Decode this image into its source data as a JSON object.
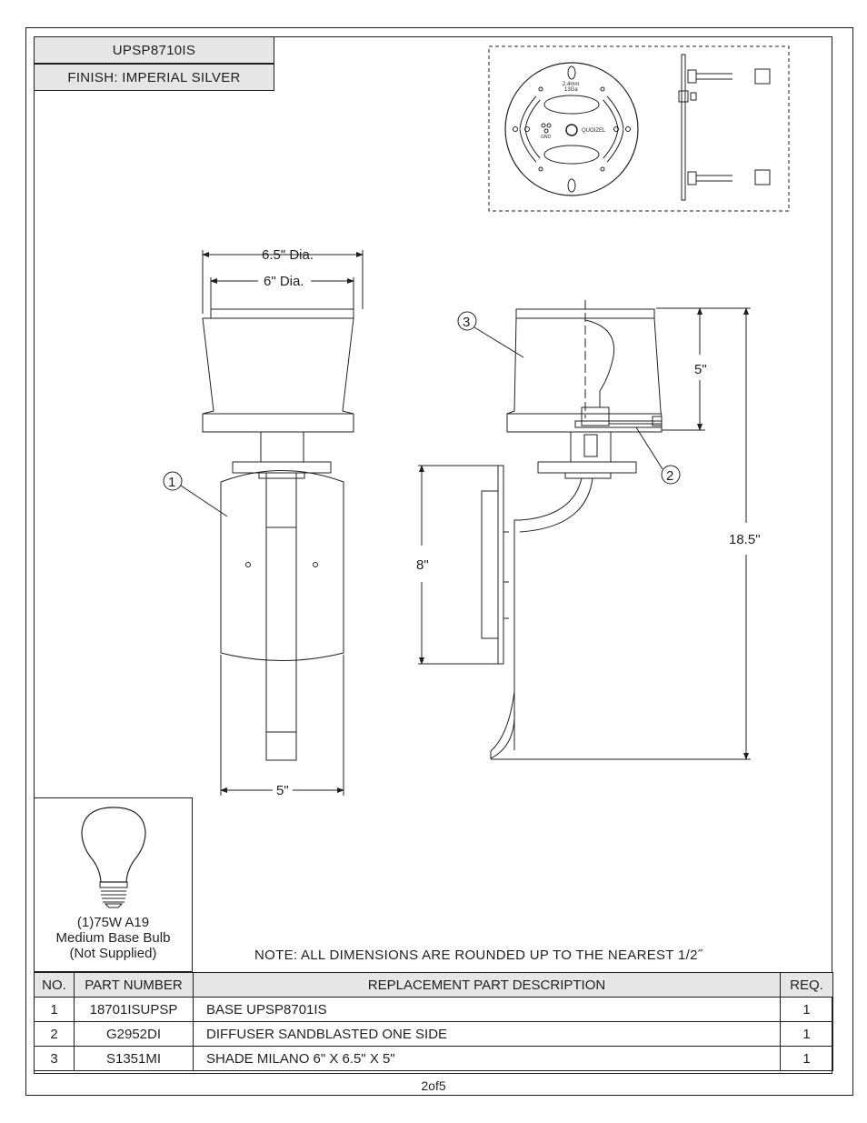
{
  "header": {
    "model": "UPSP8710IS",
    "finish": "FINISH: IMPERIAL SILVER"
  },
  "mounting_plate": {
    "text_gauge_1": "2.4mm",
    "text_gauge_2": "13Ga",
    "text_gnd": "GND",
    "text_brand": "QUOIZEL"
  },
  "dimensions": {
    "shade_outer": "6.5\" Dia.",
    "shade_inner": "6\" Dia.",
    "base_width": "5\"",
    "shade_height": "5\"",
    "backplate_height": "8\"",
    "total_height": "18.5\""
  },
  "callouts": [
    "1",
    "2",
    "3"
  ],
  "bulb": {
    "line1": "(1)75W A19",
    "line2": "Medium Base Bulb",
    "line3": "(Not Supplied)"
  },
  "note": "NOTE:  ALL DIMENSIONS ARE ROUNDED UP TO THE NEAREST  1/2˝",
  "parts_table": {
    "headers": [
      "NO.",
      "PART NUMBER",
      "REPLACEMENT PART DESCRIPTION",
      "REQ."
    ],
    "rows": [
      [
        "1",
        "18701ISUPSP",
        "BASE UPSP8701IS",
        "1"
      ],
      [
        "2",
        "G2952DI",
        "DIFFUSER SANDBLASTED ONE SIDE",
        "1"
      ],
      [
        "3",
        "S1351MI",
        "SHADE MILANO 6\" X 6.5\" X 5\"",
        "1"
      ]
    ]
  },
  "page": "2of5"
}
